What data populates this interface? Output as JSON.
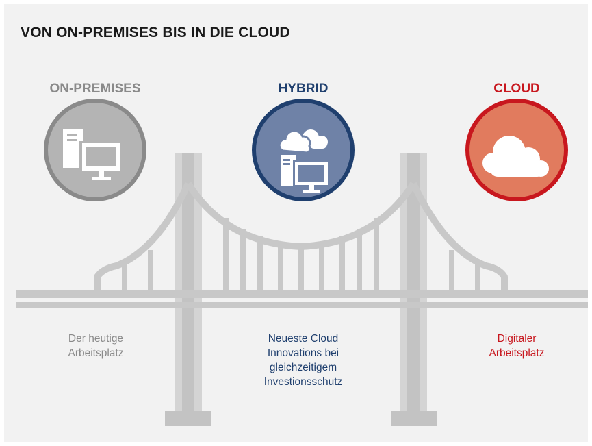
{
  "title": "VON ON-PREMISES BIS IN DIE CLOUD",
  "colors": {
    "background": "#f2f2f2",
    "bridge": "#c8c8c8",
    "bridge_light": "#d4d4d4",
    "on_premises": "#8a8a8a",
    "hybrid": "#1f3f6e",
    "cloud": "#c8171e"
  },
  "columns": [
    {
      "heading": "ON-PREMISES",
      "description_lines": [
        "Der heutige",
        "Arbeitsplatz"
      ],
      "icon": "server-monitor-icon"
    },
    {
      "heading": "HYBRID",
      "description_lines": [
        "Neueste Cloud",
        "Innovations bei",
        "gleichzeitigem",
        "Investionsschutz"
      ],
      "icon": "cloud-server-monitor-icon"
    },
    {
      "heading": "CLOUD",
      "description_lines": [
        "Digitaler",
        "Arbeitsplatz"
      ],
      "icon": "cloud-icon"
    }
  ]
}
